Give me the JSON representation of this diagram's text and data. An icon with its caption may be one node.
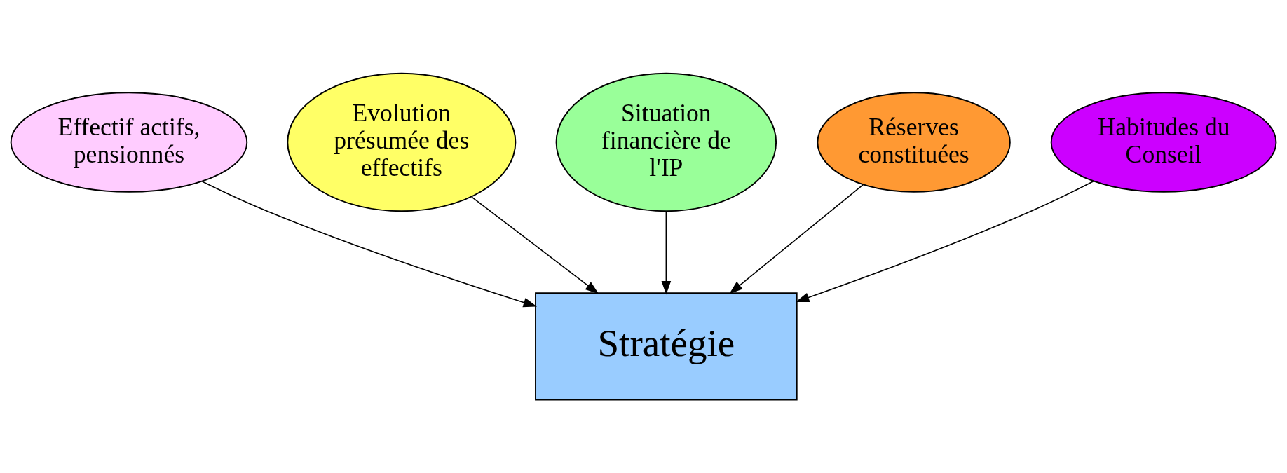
{
  "diagram": {
    "nodes": [
      {
        "text": [
          "Effectif actifs, pensionnés"
        ]
      },
      {
        "text": [
          "Evolution présumée des effectifs"
        ]
      },
      {
        "text": [
          "Situation financière de l'IP"
        ]
      },
      {
        "text": [
          "Réserves constituées"
        ]
      },
      {
        "text": [
          "Habitudes du Conseil"
        ]
      },
      {
        "text": [
          "Stratégie"
        ]
      }
    ],
    "edges": [
      {
        "from": 0,
        "to": 5,
        "arrow": "to"
      },
      {
        "from": 1,
        "to": 5,
        "arrow": "to"
      },
      {
        "from": 2,
        "to": 5,
        "arrow": "to"
      },
      {
        "from": 3,
        "to": 5,
        "arrow": "to"
      },
      {
        "from": 4,
        "to": 5,
        "arrow": "to"
      }
    ]
  }
}
